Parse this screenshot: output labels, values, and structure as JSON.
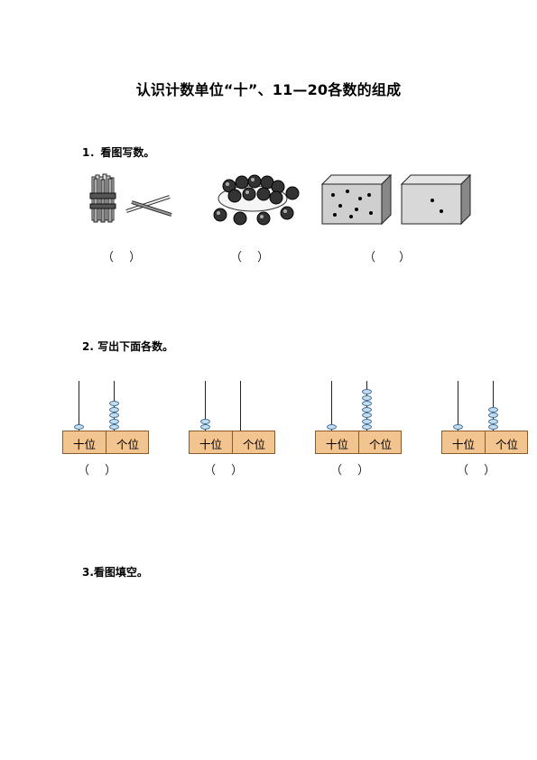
{
  "title": "认识计数单位“十”、11—20各数的组成",
  "q1": {
    "heading": "1．看图写数。",
    "blanks": [
      "（　 ）",
      "（　 ）",
      "（　　）"
    ]
  },
  "q2": {
    "heading": "2. 写出下面各数。",
    "abacus": [
      {
        "tens_label": "十位",
        "ones_label": "个位",
        "tens": 1,
        "ones": 5,
        "blank": "（　 ）"
      },
      {
        "tens_label": "十位",
        "ones_label": "个位",
        "tens": 2,
        "ones": 0,
        "blank": "（　 ）"
      },
      {
        "tens_label": "十位",
        "ones_label": "个位",
        "tens": 1,
        "ones": 7,
        "blank": "（　 ）"
      },
      {
        "tens_label": "十位",
        "ones_label": "个位",
        "tens": 1,
        "ones": 4,
        "blank": "（　 ）"
      }
    ]
  },
  "q3": {
    "heading": "3.看图填空。"
  },
  "colors": {
    "abacus_base": "#f2c48f",
    "bead": "#c6dcef",
    "bead_border": "#3b6f9b"
  }
}
